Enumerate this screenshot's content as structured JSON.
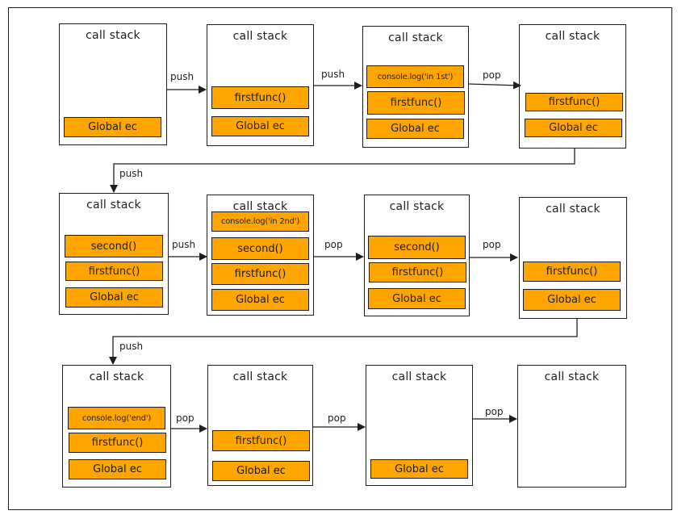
{
  "diagram": {
    "stack_title": "call stack",
    "stacks": [
      {
        "id": "s1",
        "frames": [
          "Global ec"
        ]
      },
      {
        "id": "s2",
        "frames": [
          "firstfunc()",
          "Global ec"
        ]
      },
      {
        "id": "s3",
        "frames": [
          "console.log('in 1st')",
          "firstfunc()",
          "Global ec"
        ]
      },
      {
        "id": "s4",
        "frames": [
          "firstfunc()",
          "Global ec"
        ]
      },
      {
        "id": "s5",
        "frames": [
          "second()",
          "firstfunc()",
          "Global ec"
        ]
      },
      {
        "id": "s6",
        "frames": [
          "console.log('in 2nd')",
          "second()",
          "firstfunc()",
          "Global ec"
        ]
      },
      {
        "id": "s7",
        "frames": [
          "second()",
          "firstfunc()",
          "Global ec"
        ]
      },
      {
        "id": "s8",
        "frames": [
          "firstfunc()",
          "Global ec"
        ]
      },
      {
        "id": "s9",
        "frames": [
          "console.log('end')",
          "firstfunc()",
          "Global ec"
        ]
      },
      {
        "id": "s10",
        "frames": [
          "firstfunc()",
          "Global ec"
        ]
      },
      {
        "id": "s11",
        "frames": [
          "Global ec"
        ]
      },
      {
        "id": "s12",
        "frames": []
      }
    ],
    "operations": [
      "push",
      "push",
      "pop",
      "push",
      "push",
      "pop",
      "pop",
      "push",
      "pop",
      "pop",
      "pop"
    ],
    "colors": {
      "frame_fill": "#ffa500",
      "stroke": "#1e1e1e",
      "background": "#ffffff"
    }
  }
}
